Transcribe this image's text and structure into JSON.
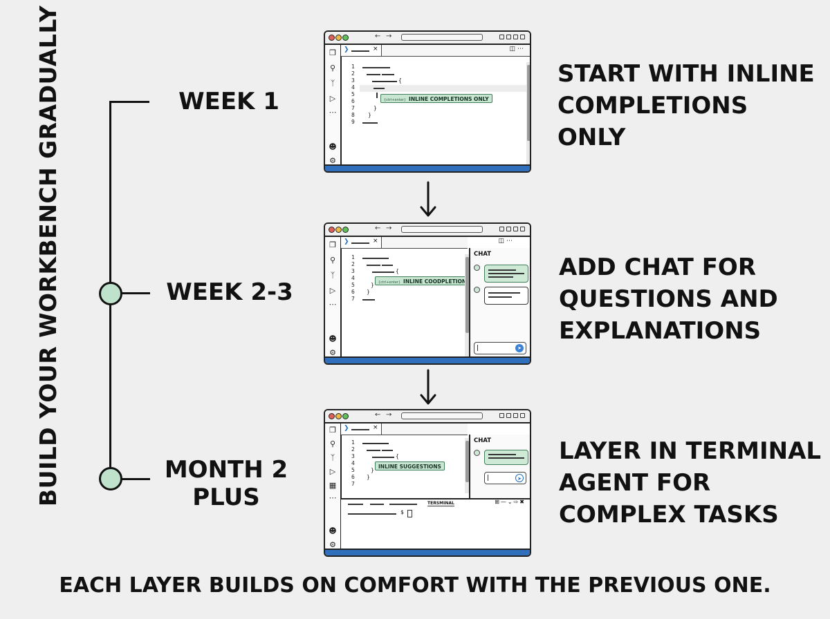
{
  "side_title": "BUILD YOUR WORKBENCH GRADUALLY",
  "stages": [
    {
      "label_lines": [
        "WEEK 1"
      ],
      "desc_lines": [
        "START WITH INLINE",
        "COMPLETIONS",
        "ONLY"
      ],
      "ide": {
        "suggestion_context": "{ctrl+enter}",
        "suggestion": "INLINE COMPLETIONS ONLY"
      }
    },
    {
      "label_lines": [
        "WEEK 2-3"
      ],
      "desc_lines": [
        "ADD CHAT FOR",
        "QUESTIONS AND",
        "EXPLANATIONS"
      ],
      "ide": {
        "suggestion_context": "{ctrl+enter}",
        "suggestion": "INLINE COODPLETIONS",
        "chat_title": "CHAT"
      }
    },
    {
      "label_lines": [
        "MONTH 2",
        "PLUS"
      ],
      "desc_lines": [
        "LAYER IN TERMINAL",
        "AGENT FOR",
        "COMPLEX TASKS"
      ],
      "ide": {
        "suggestion": "INLINE SUGGESTIONS",
        "chat_title": "CHAT",
        "terminal_tab": "TERSMINAL",
        "terminal_prompt": "$"
      }
    }
  ],
  "line_numbers": [
    "1",
    "2",
    "3",
    "4",
    "5",
    "6",
    "7",
    "8",
    "9"
  ],
  "footer": "EACH LAYER BUILDS ON COMFORT WITH THE PREVIOUS ONE.",
  "colors": {
    "status_bar": "#2f6fbc",
    "suggestion_bg": "#c8e6d2",
    "timeline_dot": "#bfe2cc",
    "send_button": "#3b82d6"
  },
  "icons": [
    "files-icon",
    "search-icon",
    "source-control-icon",
    "run-debug-icon",
    "more-icon",
    "extensions-icon",
    "account-icon",
    "gear-icon",
    "close-icon",
    "send-icon",
    "arrow-down-icon"
  ]
}
